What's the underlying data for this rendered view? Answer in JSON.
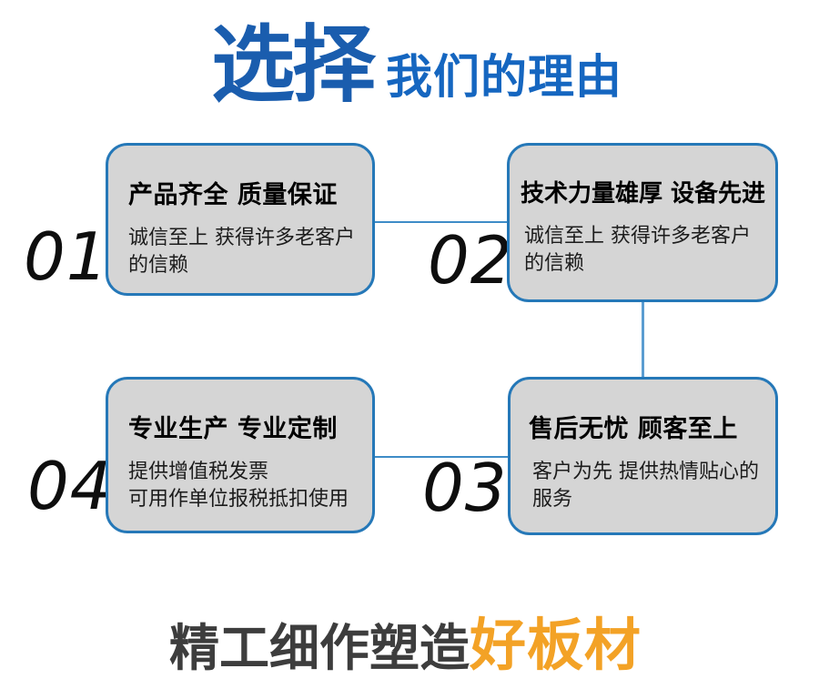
{
  "header": {
    "title_main": "选择",
    "title_sub": "我们的理由"
  },
  "reasons": [
    {
      "number": "01",
      "title": "产品齐全 质量保证",
      "desc_lines": [
        "诚信至上 获得许多老客户",
        "的信赖"
      ]
    },
    {
      "number": "02",
      "title": "技术力量雄厚 设备先进",
      "desc_lines": [
        "诚信至上 获得许多老客户",
        "的信赖"
      ]
    },
    {
      "number": "03",
      "title": "售后无忧 顾客至上",
      "desc_lines": [
        "客户为先 提供热情贴心的",
        "服务"
      ]
    },
    {
      "number": "04",
      "title": "专业生产 专业定制",
      "desc_lines": [
        "提供增值税发票",
        "可用作单位报税抵扣使用"
      ]
    }
  ],
  "tagline": {
    "main": "精工细作塑造",
    "accent": "好板材"
  },
  "colors": {
    "title-main": "#1a5dae",
    "title-sub": "#1566c0",
    "box-border": "#2578b8",
    "box-fill": "#d5d5d5",
    "connector": "#3e8cc7",
    "connector-vert": "#5b9dd1",
    "number": "#0e0e0e",
    "tagline-main": "#3d3d3d",
    "tagline-accent": "#f3a226"
  }
}
